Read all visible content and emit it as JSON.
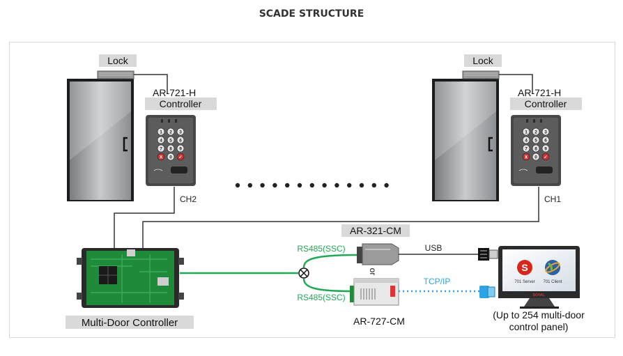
{
  "title": "SCADE STRUCTURE",
  "left_door": {
    "lock_label": "Lock",
    "controller_model": "AR-721-H",
    "controller_label": "Controller",
    "channel": "CH2"
  },
  "right_door": {
    "lock_label": "Lock",
    "controller_model": "AR-721-H",
    "controller_label": "Controller",
    "channel": "CH1"
  },
  "keypad_keys": [
    "1",
    "2",
    "3",
    "4",
    "5",
    "6",
    "7",
    "8",
    "9",
    "X",
    "0",
    "✓"
  ],
  "multi_door_controller_label": "Multi-Door Controller",
  "converter_usb": {
    "label": "AR-321-CM",
    "bus_label": "RS485(SSC)",
    "link_label": "USB"
  },
  "converter_tcp": {
    "label": "AR-727-CM",
    "bus_label": "RS485(SSC)",
    "link_label": "TCP/IP"
  },
  "or_label": "or",
  "monitor": {
    "server_label": "701 Server",
    "client_label": "701 Client",
    "brand": "SOYAL"
  },
  "panel_note_line1": "(Up to 254 multi-door",
  "panel_note_line2": "control panel)",
  "colors": {
    "rs485_green": "#1fa855",
    "tcp_blue": "#2ea3e3",
    "board_green": "#1e8a3a",
    "label_bg": "#d9d9d9"
  }
}
